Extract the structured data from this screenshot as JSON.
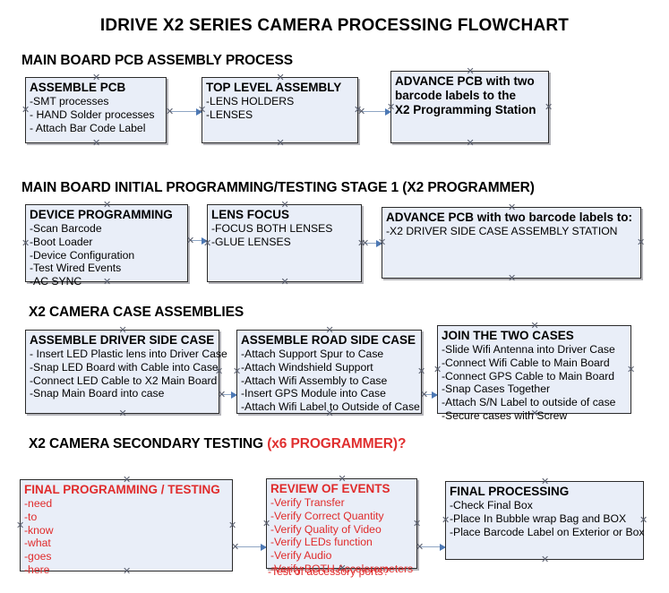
{
  "document": {
    "title": "IDRIVE X2  SERIES CAMERA PROCESSING FLOWCHART"
  },
  "colors": {
    "box_fill": "#e9eef8",
    "box_border": "#2b2b2b",
    "connector": "#8fa6c4",
    "arrow": "#4d79b5",
    "accent_red": "#e02b2b",
    "text": "#000000"
  },
  "sections": [
    {
      "id": "main-board-pcb-assembly",
      "heading": "MAIN BOARD PCB ASSEMBLY PROCESS",
      "heading_accent": "",
      "boxes": [
        {
          "id": "assemble-pcb",
          "title": "ASSEMBLE PCB",
          "lines": [
            "-SMT processes",
            "- HAND Solder processes",
            "- Attach Bar Code Label"
          ]
        },
        {
          "id": "top-level-assembly",
          "title": "TOP LEVEL ASSEMBLY",
          "lines": [
            "-LENS HOLDERS",
            "-LENSES"
          ]
        },
        {
          "id": "advance-pcb-x2-programming-station",
          "title": "ADVANCE PCB with two",
          "lines": [
            "barcode labels to the",
            " X2 Programming Station"
          ]
        }
      ]
    },
    {
      "id": "main-board-initial-programming",
      "heading": "MAIN BOARD INITIAL PROGRAMMING/TESTING STAGE 1 (X2 PROGRAMMER)",
      "heading_accent": "",
      "boxes": [
        {
          "id": "device-programming",
          "title": "DEVICE PROGRAMMING",
          "lines": [
            "-Scan Barcode",
            "-Boot Loader",
            "-Device Configuration",
            "-Test Wired Events",
            "-AC SYNC"
          ]
        },
        {
          "id": "lens-focus",
          "title": "LENS FOCUS",
          "lines": [
            "-FOCUS BOTH LENSES",
            "-GLUE LENSES"
          ]
        },
        {
          "id": "advance-pcb-driver-side-case",
          "title": "ADVANCE PCB with two barcode labels to:",
          "lines": [
            "-X2 DRIVER  SIDE  CASE  ASSEMBLY STATION"
          ]
        }
      ]
    },
    {
      "id": "x2-camera-case-assemblies",
      "heading": "X2 CAMERA CASE ASSEMBLIES",
      "heading_accent": "",
      "boxes": [
        {
          "id": "assemble-driver-side-case",
          "title": "ASSEMBLE DRIVER SIDE CASE",
          "lines": [
            "- Insert LED Plastic lens into Driver Case",
            "-Snap LED Board with Cable into Case",
            "-Connect LED Cable to X2 Main Board",
            "-Snap Main Board into case"
          ]
        },
        {
          "id": "assemble-road-side-case",
          "title": "ASSEMBLE ROAD SIDE CASE",
          "lines": [
            "-Attach Support Spur to Case",
            "-Attach Windshield Support",
            "-Attach Wifi Assembly to Case",
            "-Insert GPS Module into Case",
            "-Attach Wifi Label to Outside of Case"
          ]
        },
        {
          "id": "join-the-two-cases",
          "title": "JOIN THE TWO CASES",
          "lines": [
            "-Slide Wifi Antenna into Driver Case",
            "-Connect Wifi Cable to Main Board",
            "-Connect GPS Cable to Main Board",
            "-Snap Cases Together",
            "-Attach S/N Label to outside of case",
            "-Secure cases with Screw"
          ]
        }
      ]
    },
    {
      "id": "x2-camera-secondary-testing",
      "heading": "X2 CAMERA SECONDARY TESTING ",
      "heading_accent": "(x6 PROGRAMMER)?",
      "boxes": [
        {
          "id": "final-programming-testing",
          "title": "FINAL PROGRAMMING / TESTING",
          "lines": [
            "-need",
            "-to",
            "-know",
            "-what",
            "-goes",
            "-here"
          ]
        },
        {
          "id": "review-of-events",
          "title": "REVIEW OF EVENTS",
          "lines": [
            "-Verify Transfer",
            "-Verify Correct Quantity",
            "-Verify Quality of Video",
            "-Verify LEDs function",
            "-Verify Audio",
            "-Verify BOTH Accelerometers"
          ],
          "overflow_line": "-Test of accessory ports?"
        },
        {
          "id": "final-processing",
          "title": "FINAL PROCESSING",
          "lines": [
            " -Check Final Box",
            "-Place In Bubble wrap Bag and BOX",
            "-Place Barcode Label on Exterior or Box"
          ]
        }
      ]
    }
  ],
  "icons": {
    "handle": "✕"
  }
}
